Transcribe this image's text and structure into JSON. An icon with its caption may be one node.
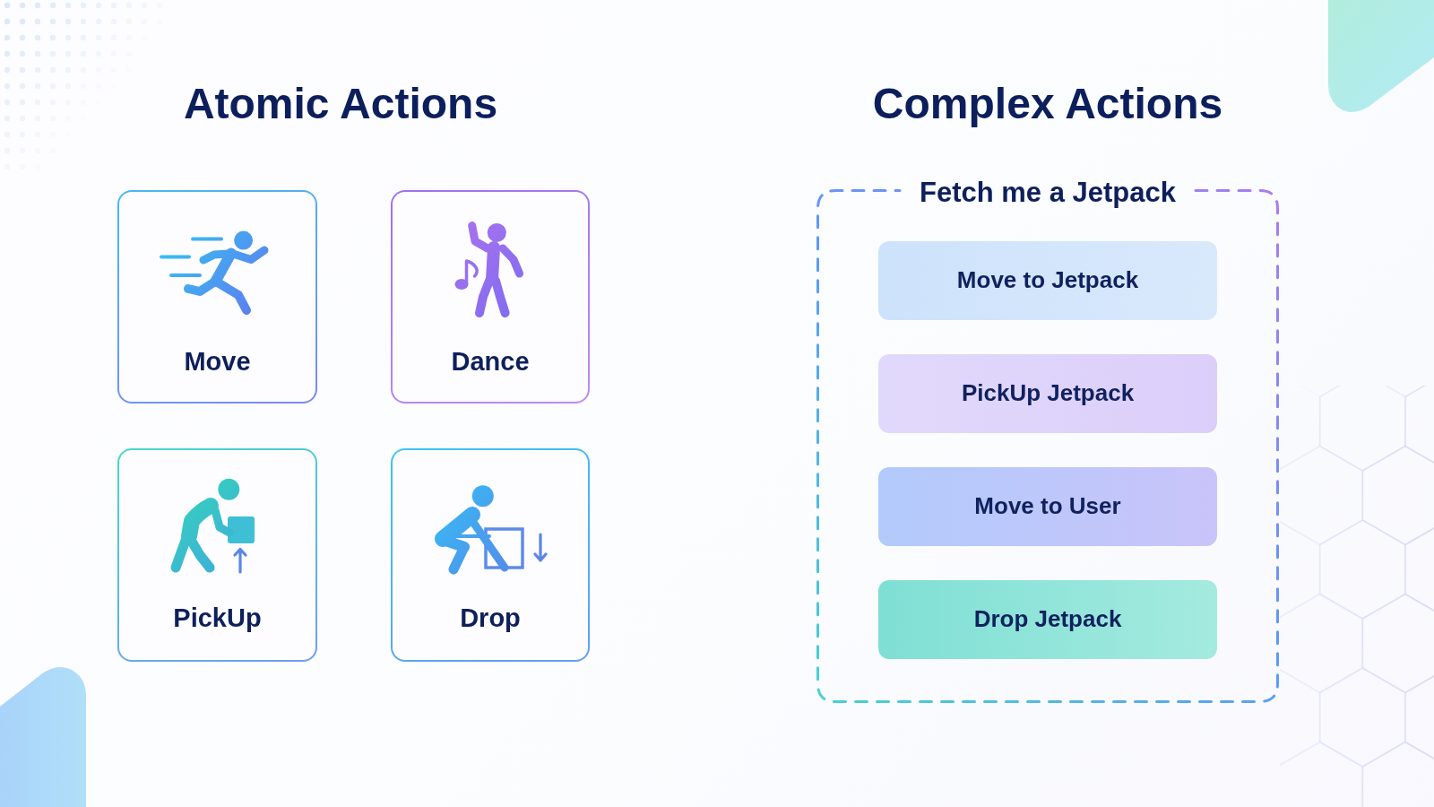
{
  "diagram": {
    "nodes": [
      {
        "text": [
          "Move"
        ]
      },
      {
        "text": [
          "Dance"
        ]
      },
      {
        "text": [
          "PickUp"
        ]
      },
      {
        "text": [
          "Drop"
        ]
      },
      {
        "text": [
          "Fetch me a Jetpack"
        ]
      },
      {
        "text": [
          "Move to Jetpack"
        ],
        "in": 4
      },
      {
        "text": [
          "PickUp Jetpack"
        ],
        "in": 4
      },
      {
        "text": [
          "Move to User"
        ],
        "in": 4
      },
      {
        "text": [
          "Drop Jetpack"
        ],
        "in": 4
      }
    ],
    "labels": [
      "Atomic Actions",
      "Complex Actions"
    ]
  }
}
